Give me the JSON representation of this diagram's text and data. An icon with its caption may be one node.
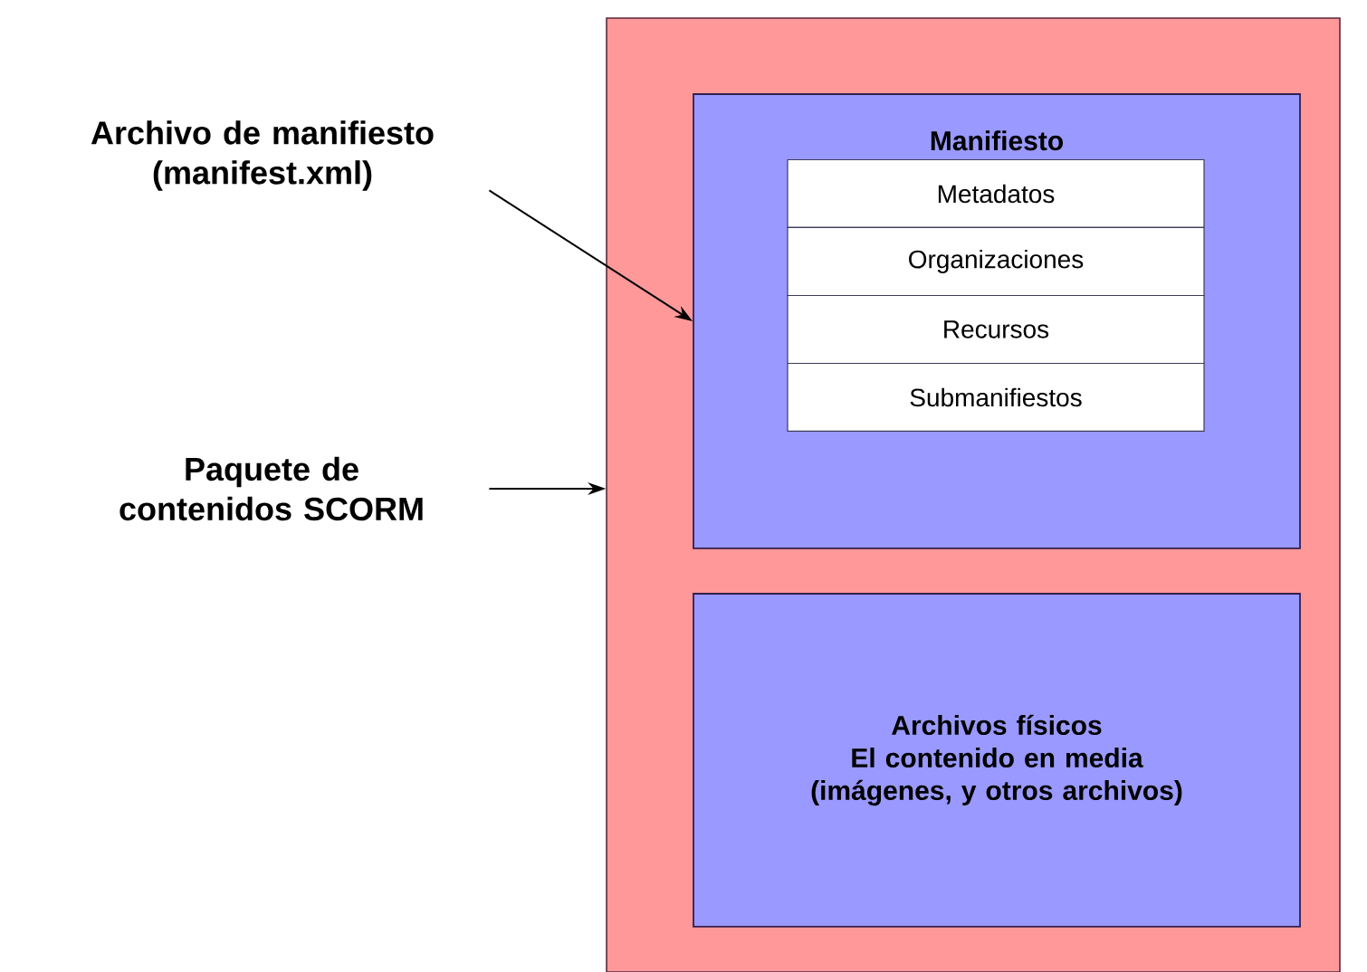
{
  "diagram": {
    "nodes": [
      {
        "text": [],
        "shape": "box"
      },
      {
        "text": [
          "Manifiesto"
        ],
        "in": 0
      },
      {
        "text": [
          "Metadatos"
        ],
        "in": 1
      },
      {
        "text": [
          "Organizaciones"
        ],
        "in": 1
      },
      {
        "text": [
          "Recursos"
        ],
        "in": 1
      },
      {
        "text": [
          "Submanifiestos"
        ],
        "in": 1
      },
      {
        "text": [
          "Archivos físicos",
          "El contenido en media (imágenes, y otros archivos)"
        ],
        "in": 0
      },
      {
        "text": [
          "Archivo de manifiesto (manifest.xml)"
        ]
      },
      {
        "text": [
          "Paquete de contenidos SCORM"
        ]
      }
    ],
    "edges": [
      {
        "from": 7,
        "to": 1,
        "arrow": "to"
      },
      {
        "from": 8,
        "to": 0,
        "arrow": "to"
      }
    ]
  }
}
